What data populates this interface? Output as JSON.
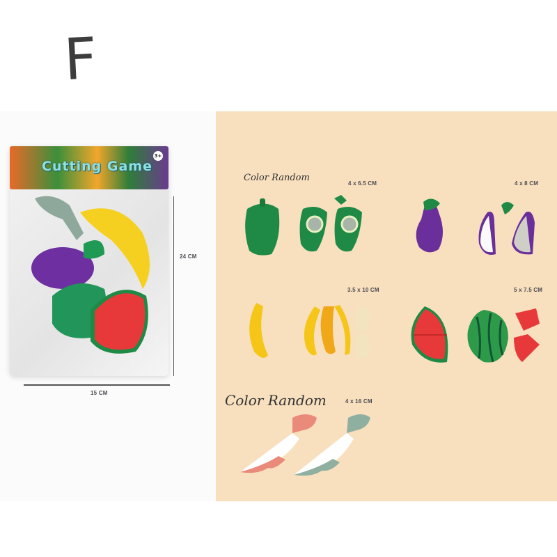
{
  "variant": {
    "letter": "F"
  },
  "package": {
    "brand_title": "Cutting Game",
    "age_badge": "3+",
    "height_label": "24 CM",
    "width_label": "15 CM"
  },
  "pieces": {
    "pepper": {
      "size": "4 x 6.5 CM",
      "color": "#1f8a45"
    },
    "eggplant": {
      "size": "4 x 8 CM",
      "color": "#6a2f9a"
    },
    "banana": {
      "size": "3.5 x 10 CM",
      "color": "#f5c518"
    },
    "watermelon": {
      "size": "5 x 7.5 CM",
      "color": "#e8393a"
    },
    "knife": {
      "size": "4 x 16 CM",
      "colors": [
        "#e98a7a",
        "#8fb0a0"
      ]
    }
  },
  "labels": {
    "color_random_small": "Color Random",
    "color_random_large": "Color Random"
  },
  "colors": {
    "right_background": "#f8dfbe",
    "left_background": "#fbfbfb"
  }
}
